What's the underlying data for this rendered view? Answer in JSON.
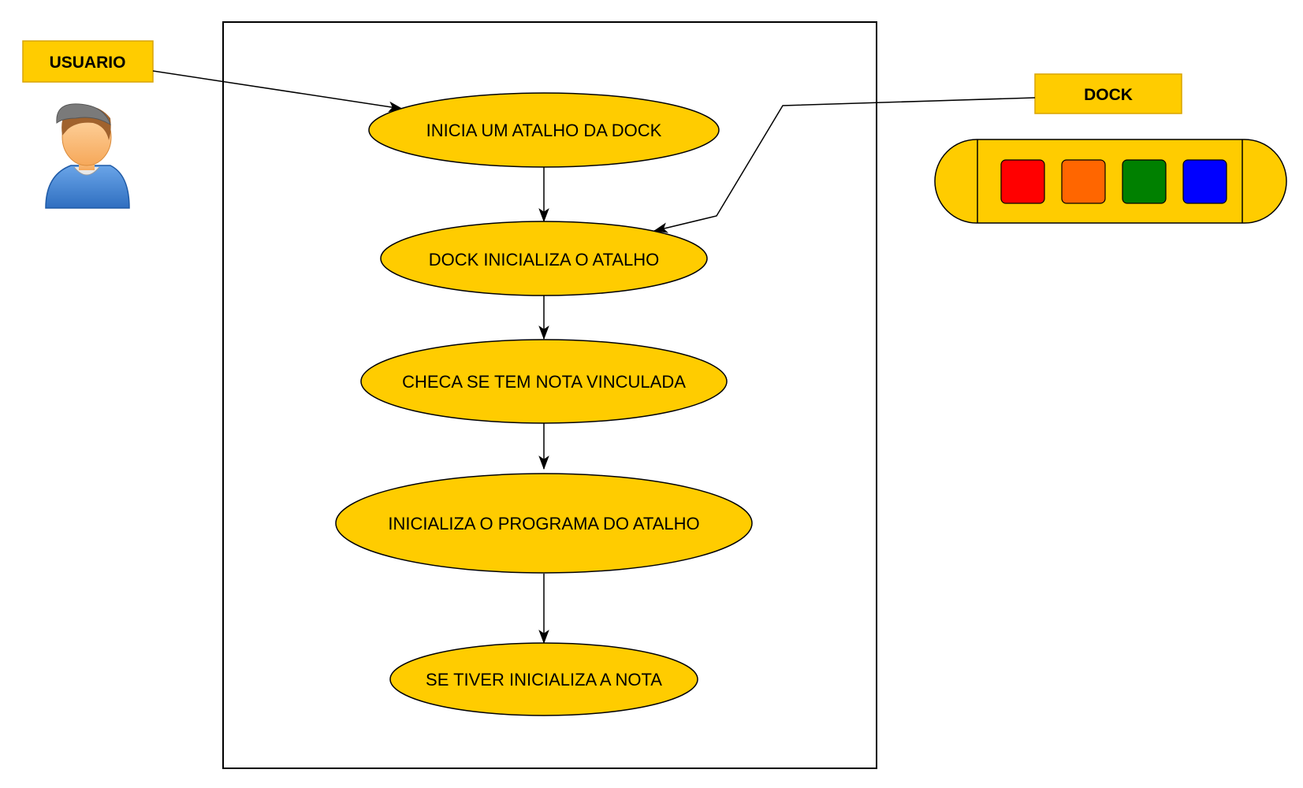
{
  "actors": {
    "user": {
      "label": "USUARIO",
      "icon": "user-icon"
    },
    "dock": {
      "label": "DOCK",
      "icon": "dock-icon"
    }
  },
  "steps": [
    {
      "label": "INICIA UM ATALHO DA DOCK"
    },
    {
      "label": "DOCK INICIALIZA O ATALHO"
    },
    {
      "label": "CHECA SE TEM NOTA VINCULADA"
    },
    {
      "label": "INICIALIZA O PROGRAMA DO ATALHO"
    },
    {
      "label": "SE TIVER INICIALIZA A NOTA"
    }
  ],
  "colors": {
    "fill": "#ffcc00",
    "stroke": "#000000",
    "dock_slots": [
      "#ff0000",
      "#ff6600",
      "#008000",
      "#0000ff"
    ]
  }
}
